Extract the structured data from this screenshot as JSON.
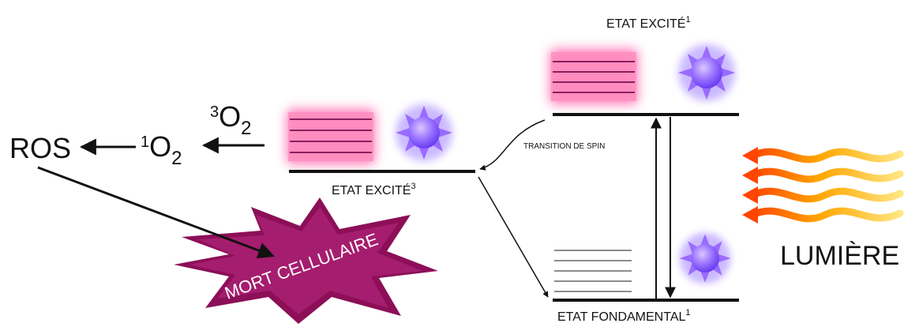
{
  "labels": {
    "excited_singlet": {
      "main": "ETAT EXCITÉ",
      "sup": "1"
    },
    "excited_triplet": {
      "main": "ETAT EXCITÉ",
      "sup": "3"
    },
    "ground_state": {
      "main": "ETAT FONDAMENTAL",
      "sup": "1"
    },
    "spin_transition": "TRANSITION DE SPIN",
    "light": "LUMIÈRE",
    "ros": "ROS",
    "singlet_oxygen": {
      "pre": "1",
      "base": "O",
      "sub": "2"
    },
    "triplet_oxygen": {
      "pre": "3",
      "base": "O",
      "sub": "2"
    },
    "cell_death": "MORT CELLULAIRE"
  },
  "colors": {
    "excited_glow": "#ff4fa0",
    "excited_lines": "#8a1f5e",
    "ground_lines": "#8c8c8c",
    "star": "#8a5cff",
    "star_glow": "#a88cff",
    "burst": "#8c0f58",
    "burst_text": "#ffffff",
    "light_waves": [
      "#ff4500",
      "#ffa500",
      "#ffe066"
    ]
  },
  "icons": [
    "star-burst-icon",
    "light-wave-icon",
    "explosion-burst"
  ]
}
